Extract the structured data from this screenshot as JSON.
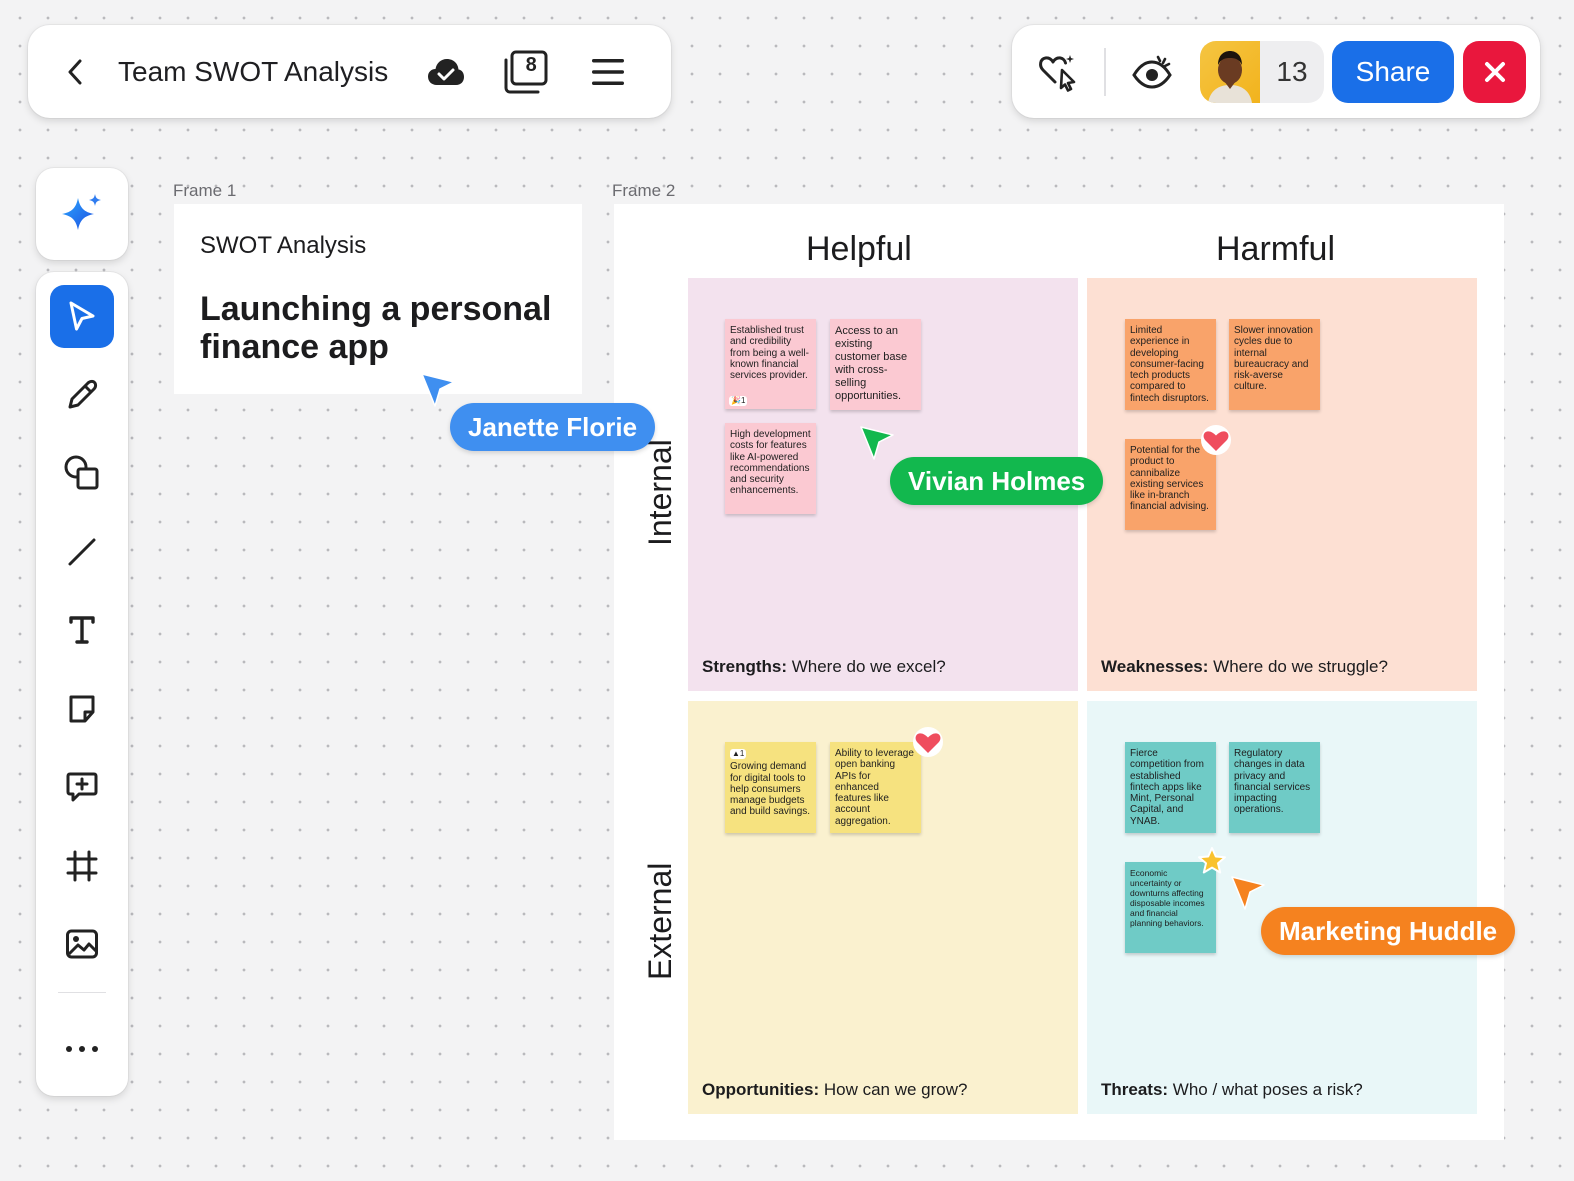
{
  "header": {
    "title": "Team SWOT Analysis",
    "pages_count": "8",
    "collaborators_count": "13",
    "share_label": "Share"
  },
  "canvas": {
    "frame1_label": "Frame 1",
    "frame2_label": "Frame 2"
  },
  "frame1": {
    "subtitle": "SWOT Analysis",
    "heading": "Launching a personal finance app"
  },
  "swot": {
    "col_helpful": "Helpful",
    "col_harmful": "Harmful",
    "row_internal": "Internal",
    "row_external": "External",
    "strengths": {
      "label": "Strengths:",
      "question": " Where do we excel?"
    },
    "weaknesses": {
      "label": "Weaknesses:",
      "question": " Where do we struggle?"
    },
    "opportunities": {
      "label": "Opportunities:",
      "question": " How can we grow?"
    },
    "threats": {
      "label": "Threats:",
      "question": " Who / what poses a risk?"
    },
    "notes": {
      "s1": "Established trust and credibility from being a well-known financial services provider.",
      "s1_tag": "🎉1",
      "s2": "Access to an existing customer base with cross-selling opportunities.",
      "s3": "High development costs for features like AI-powered recommendations and security enhancements.",
      "w1": "Limited experience in developing consumer-facing tech products compared to fintech disruptors.",
      "w2": "Slower innovation cycles due to internal bureaucracy and risk-averse culture.",
      "w3": "Potential for the product to cannibalize existing services like in-branch financial advising.",
      "o1_tag": "▲1",
      "o1": "Growing demand for digital tools to help consumers manage budgets and build savings.",
      "o2": "Ability to leverage open banking APIs for enhanced features like account aggregation.",
      "t1": "Fierce competition from established fintech apps like Mint, Personal Capital, and YNAB.",
      "t2": "Regulatory changes in data privacy and financial services impacting operations.",
      "t3": "Economic uncertainty or downturns affecting disposable incomes and financial planning behaviors."
    }
  },
  "cursors": {
    "c1": {
      "name": "Janette Florie",
      "color": "#3f8ff0"
    },
    "c2": {
      "name": "Vivian Holmes",
      "color": "#12b84e"
    },
    "c3": {
      "name": "Marketing Huddle",
      "color": "#f5821f"
    }
  },
  "icons": {
    "back": "chevron-left-icon",
    "sync": "cloud-check-icon",
    "pages": "pages-icon",
    "menu": "hamburger-icon",
    "react": "heart-sparkle-icon",
    "watch": "eye-icon",
    "close": "close-icon"
  },
  "colors": {
    "accent": "#1a6fe8",
    "close": "#e9173d",
    "strengths_bg": "#f3e2ee",
    "weaknesses_bg": "#fde0d3",
    "opportunities_bg": "#faf1cf",
    "threats_bg": "#e9f7f8"
  }
}
